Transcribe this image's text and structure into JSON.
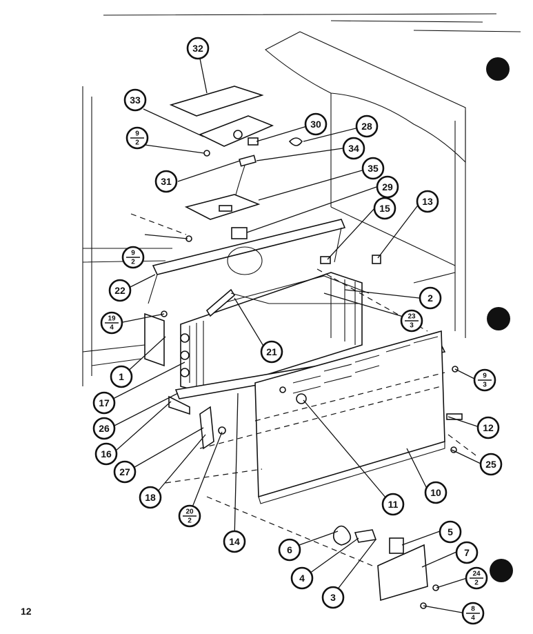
{
  "page_number": "12",
  "callouts": [
    {
      "id": "c32",
      "label": "32"
    },
    {
      "id": "c33",
      "label": "33"
    },
    {
      "id": "c9-2a",
      "top": "9",
      "bottom": "2"
    },
    {
      "id": "c30",
      "label": "30"
    },
    {
      "id": "c28",
      "label": "28"
    },
    {
      "id": "c34",
      "label": "34"
    },
    {
      "id": "c31",
      "label": "31"
    },
    {
      "id": "c35",
      "label": "35"
    },
    {
      "id": "c29",
      "label": "29"
    },
    {
      "id": "c13",
      "label": "13"
    },
    {
      "id": "c15",
      "label": "15"
    },
    {
      "id": "c9-2b",
      "top": "9",
      "bottom": "2"
    },
    {
      "id": "c22",
      "label": "22"
    },
    {
      "id": "c2",
      "label": "2"
    },
    {
      "id": "c19-4",
      "top": "19",
      "bottom": "4"
    },
    {
      "id": "c23-3",
      "top": "23",
      "bottom": "3"
    },
    {
      "id": "c21",
      "label": "21"
    },
    {
      "id": "c1",
      "label": "1"
    },
    {
      "id": "c9-3",
      "top": "9",
      "bottom": "3"
    },
    {
      "id": "c17",
      "label": "17"
    },
    {
      "id": "c26",
      "label": "26"
    },
    {
      "id": "c12",
      "label": "12"
    },
    {
      "id": "c16",
      "label": "16"
    },
    {
      "id": "c25",
      "label": "25"
    },
    {
      "id": "c27",
      "label": "27"
    },
    {
      "id": "c10",
      "label": "10"
    },
    {
      "id": "c11",
      "label": "11"
    },
    {
      "id": "c18",
      "label": "18"
    },
    {
      "id": "c20-2",
      "top": "20",
      "bottom": "2"
    },
    {
      "id": "c14",
      "label": "14"
    },
    {
      "id": "c5",
      "label": "5"
    },
    {
      "id": "c6",
      "label": "6"
    },
    {
      "id": "c7",
      "label": "7"
    },
    {
      "id": "c4",
      "label": "4"
    },
    {
      "id": "c24-2",
      "top": "24",
      "bottom": "2"
    },
    {
      "id": "c3",
      "label": "3"
    },
    {
      "id": "c8-4",
      "top": "8",
      "bottom": "4"
    }
  ]
}
